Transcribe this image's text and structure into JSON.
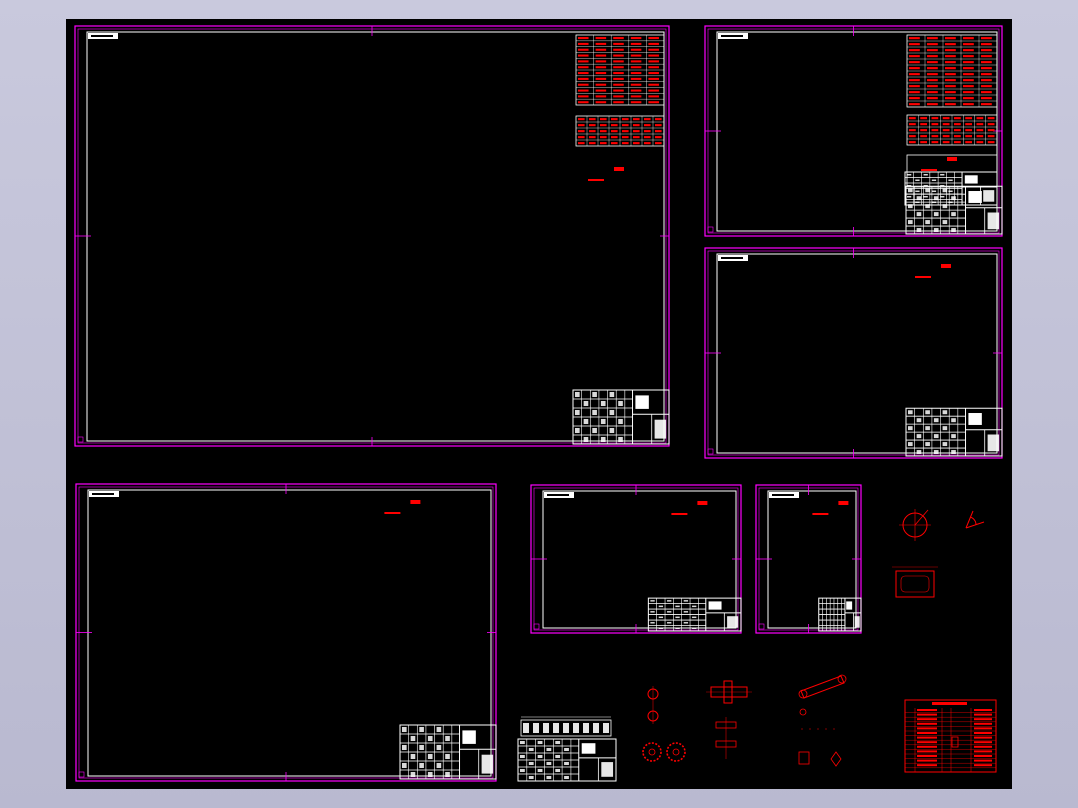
{
  "viewport": {
    "background": "#000000",
    "border_color": "#ff00ff",
    "inner_frame_color": "#ffffff",
    "annotation_color": "#ff0000",
    "title_block_color": "#ffffff"
  },
  "drawing_sheets": [
    {
      "id": "sheet-1",
      "size_class": "large",
      "has_tech_table": true,
      "has_red_note": true
    },
    {
      "id": "sheet-2",
      "size_class": "medium",
      "has_tech_table": true,
      "has_red_note": true
    },
    {
      "id": "sheet-3",
      "size_class": "medium",
      "has_tech_table": false,
      "has_red_note": true
    },
    {
      "id": "sheet-4",
      "size_class": "large",
      "has_tech_table": false,
      "has_red_note": true
    },
    {
      "id": "sheet-5",
      "size_class": "small",
      "has_tech_table": false,
      "has_red_note": true
    },
    {
      "id": "sheet-6",
      "size_class": "small",
      "has_tech_table": false,
      "has_red_note": true
    }
  ],
  "loose_objects": [
    {
      "id": "circle-with-crosshair",
      "icon": "circle-crosshair-icon"
    },
    {
      "id": "angle-symbol",
      "icon": "angle-icon"
    },
    {
      "id": "rectangle-part",
      "icon": "rectangle-part-icon"
    },
    {
      "id": "gear-pair",
      "icon": "gear-icon"
    },
    {
      "id": "shaft-part",
      "icon": "shaft-icon"
    },
    {
      "id": "link-arm",
      "icon": "link-arm-icon"
    },
    {
      "id": "red-title-table",
      "icon": "table-icon"
    },
    {
      "id": "loose-title-block",
      "icon": "table-icon"
    }
  ]
}
